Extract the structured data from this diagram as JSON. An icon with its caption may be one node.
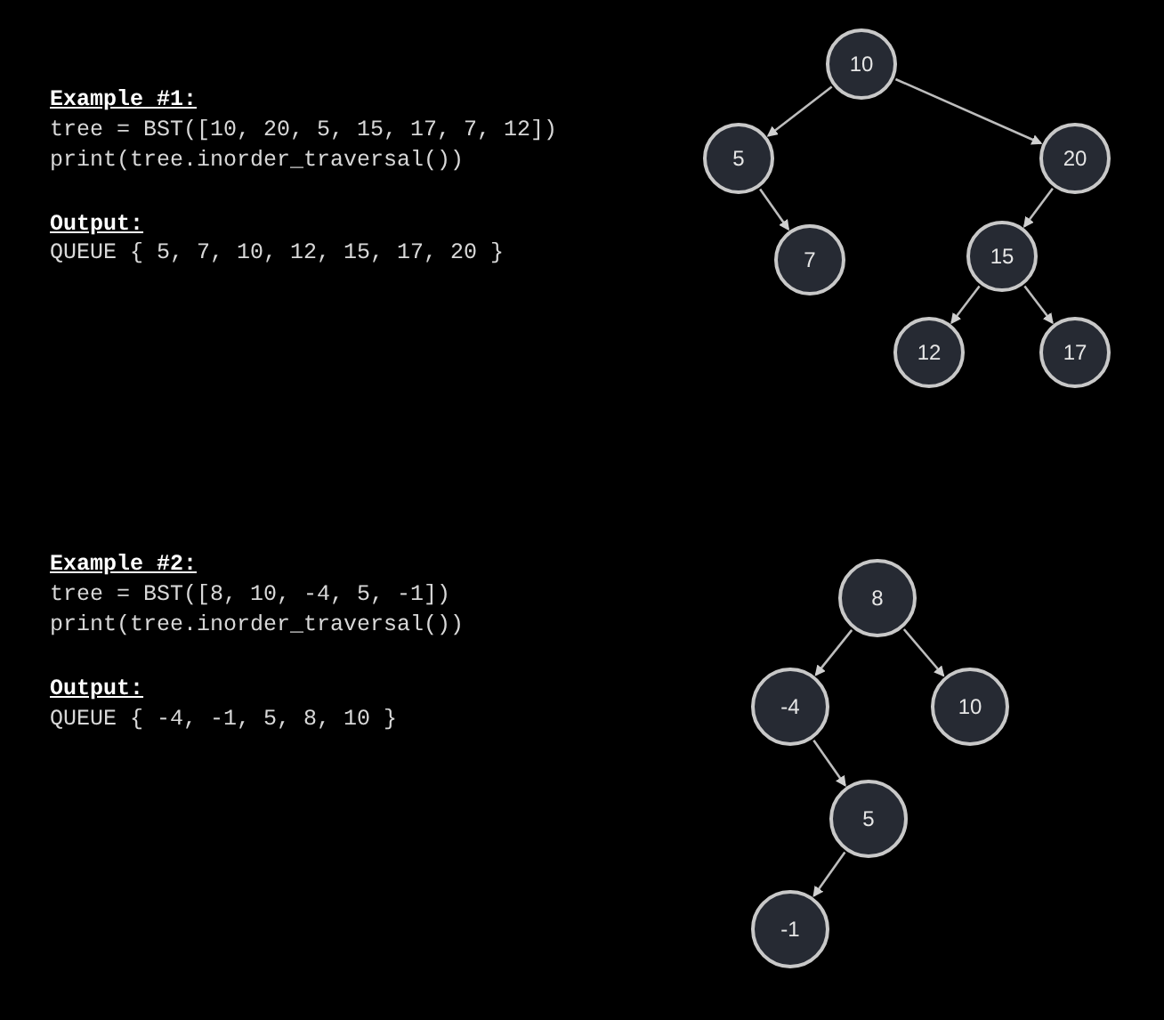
{
  "diagram": {
    "nodes": [
      {
        "text": [
          "10"
        ]
      },
      {
        "text": [
          "5"
        ]
      },
      {
        "text": [
          "20"
        ]
      },
      {
        "text": [
          "7"
        ]
      },
      {
        "text": [
          "15"
        ]
      },
      {
        "text": [
          "12"
        ]
      },
      {
        "text": [
          "17"
        ]
      },
      {
        "text": [
          "8"
        ]
      },
      {
        "text": [
          "-4"
        ]
      },
      {
        "text": [
          "10"
        ]
      },
      {
        "text": [
          "5"
        ]
      },
      {
        "text": [
          "-1"
        ]
      }
    ],
    "edges": [
      {
        "from": 0,
        "to": 1,
        "arrow": "to"
      },
      {
        "from": 0,
        "to": 2,
        "arrow": "to"
      },
      {
        "from": 1,
        "to": 3,
        "arrow": "to"
      },
      {
        "from": 2,
        "to": 4,
        "arrow": "to"
      },
      {
        "from": 4,
        "to": 5,
        "arrow": "to"
      },
      {
        "from": 4,
        "to": 6,
        "arrow": "to"
      },
      {
        "from": 7,
        "to": 8,
        "arrow": "to"
      },
      {
        "from": 7,
        "to": 9,
        "arrow": "to"
      },
      {
        "from": 8,
        "to": 10,
        "arrow": "to"
      },
      {
        "from": 10,
        "to": 11,
        "arrow": "to"
      }
    ],
    "labels": [
      "Example #1:",
      "tree = BST([10, 20, 5, 15, 17, 7, 12])",
      "print(tree.inorder_traversal())",
      "Output:",
      "QUEUE { 5, 7, 10, 12, 15, 17, 20 }",
      "Example #2:",
      "tree = BST([8, 10, -4, 5, -1])",
      "print(tree.inorder_traversal())",
      "Output:",
      "QUEUE { -4, -1, 5, 8, 10 }"
    ]
  }
}
